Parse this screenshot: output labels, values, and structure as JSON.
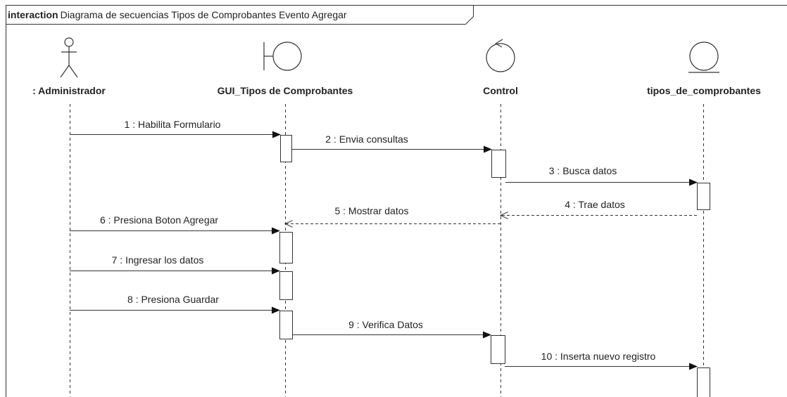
{
  "frame": {
    "keyword": "interaction",
    "title": "Diagrama de secuencias Tipos de Comprobantes Evento Agregar"
  },
  "lifelines": [
    {
      "label": ": Administrador",
      "kind": "actor"
    },
    {
      "label": "GUI_Tipos de Comprobantes",
      "kind": "boundary"
    },
    {
      "label": "Control",
      "kind": "control"
    },
    {
      "label": "tipos_de_comprobantes",
      "kind": "entity"
    }
  ],
  "messages": [
    {
      "label": "1 : Habilita Formulario",
      "from": 0,
      "to": 1,
      "type": "sync"
    },
    {
      "label": "2 : Envia consultas",
      "from": 1,
      "to": 2,
      "type": "sync"
    },
    {
      "label": "3 : Busca datos",
      "from": 2,
      "to": 3,
      "type": "sync"
    },
    {
      "label": "4 : Trae datos",
      "from": 3,
      "to": 2,
      "type": "return"
    },
    {
      "label": "5 : Mostrar datos",
      "from": 2,
      "to": 1,
      "type": "return"
    },
    {
      "label": "6 : Presiona Boton Agregar",
      "from": 0,
      "to": 1,
      "type": "sync"
    },
    {
      "label": "7 : Ingresar los datos",
      "from": 0,
      "to": 1,
      "type": "sync"
    },
    {
      "label": "8 : Presiona Guardar",
      "from": 0,
      "to": 1,
      "type": "sync"
    },
    {
      "label": "9 : Verifica Datos",
      "from": 1,
      "to": 2,
      "type": "sync"
    },
    {
      "label": "10 : Inserta nuevo registro",
      "from": 2,
      "to": 3,
      "type": "sync"
    }
  ],
  "colors": {
    "line": "#333333",
    "background": "#ffffff"
  }
}
